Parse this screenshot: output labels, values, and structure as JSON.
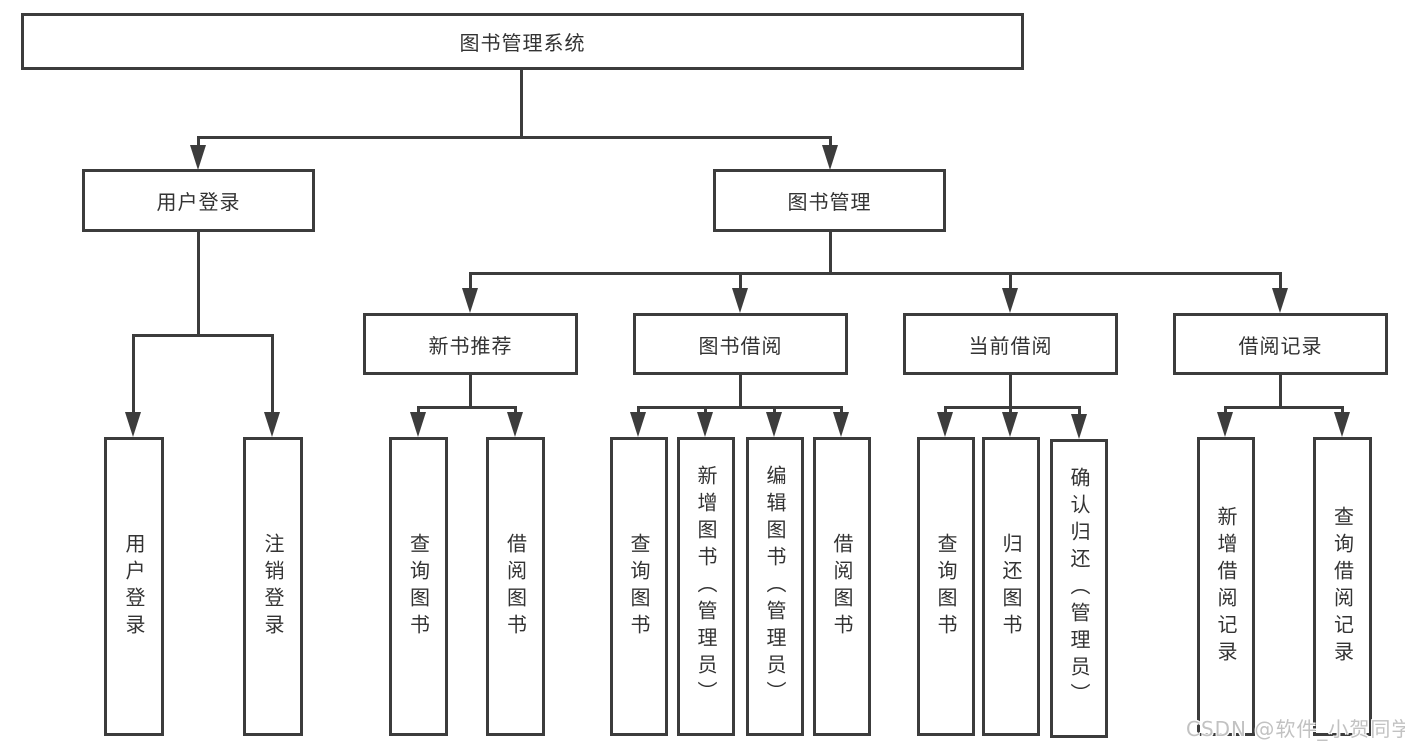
{
  "diagram": {
    "root": {
      "label": "图书管理系统"
    },
    "branches": [
      {
        "label": "用户登录"
      },
      {
        "label": "图书管理"
      }
    ],
    "modules": [
      {
        "label": "新书推荐"
      },
      {
        "label": "图书借阅"
      },
      {
        "label": "当前借阅"
      },
      {
        "label": "借阅记录"
      }
    ],
    "leaves": [
      {
        "label": "用户登录"
      },
      {
        "label": "注销登录"
      },
      {
        "label": "查询图书"
      },
      {
        "label": "借阅图书"
      },
      {
        "label": "查询图书"
      },
      {
        "label": "新增图书（管理员）"
      },
      {
        "label": "编辑图书（管理员）"
      },
      {
        "label": "借阅图书"
      },
      {
        "label": "查询图书"
      },
      {
        "label": "归还图书"
      },
      {
        "label": "确认归还（管理员）"
      },
      {
        "label": "新增借阅记录"
      },
      {
        "label": "查询借阅记录"
      }
    ]
  },
  "watermark": {
    "text": "CSDN @软件_小贺同学"
  },
  "colors": {
    "line": "#3c3c3c",
    "text": "#333333",
    "watermark": "#c2c2c2",
    "background": "#ffffff"
  }
}
